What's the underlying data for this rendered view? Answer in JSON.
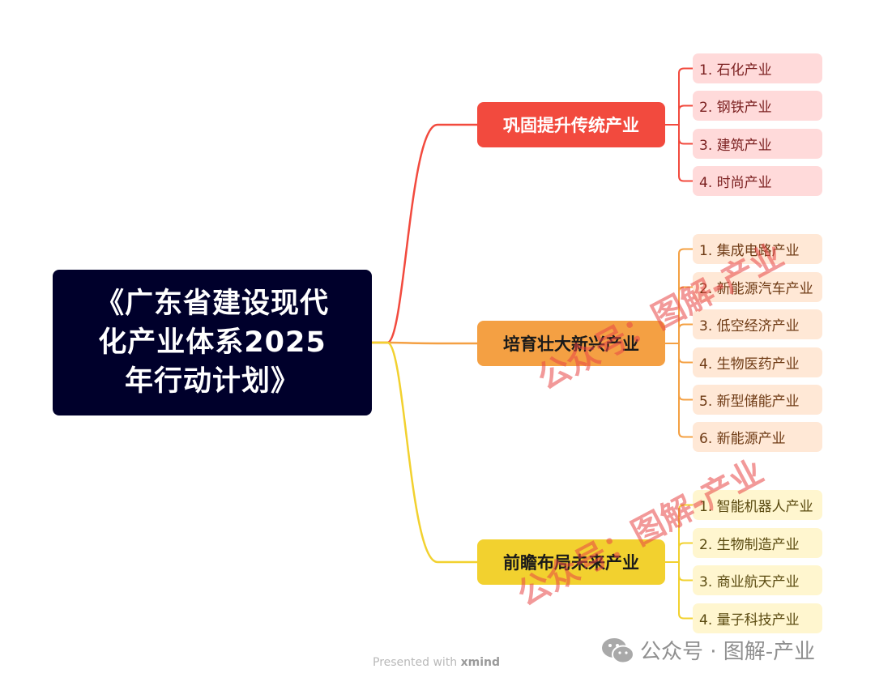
{
  "root": {
    "title": "《广东省建设现代化产业体系2025年行动计划》"
  },
  "branches": [
    {
      "label": "巩固提升传统产业",
      "color": "#f24a3e",
      "text_color": "#ffffff",
      "leaves": [
        "1. 石化产业",
        "2. 钢铁产业",
        "3. 建筑产业",
        "4. 时尚产业"
      ]
    },
    {
      "label": "培育壮大新兴产业",
      "color": "#f4a043",
      "text_color": "#1a1a1a",
      "leaves": [
        "1. 集成电路产业",
        "2. 新能源汽车产业",
        "3. 低空经济产业",
        "4. 生物医药产业",
        "5. 新型储能产业",
        "6. 新能源产业"
      ]
    },
    {
      "label": "前瞻布局未来产业",
      "color": "#f2d12f",
      "text_color": "#1a1a1a",
      "leaves": [
        "1. 智能机器人产业",
        "2. 生物制造产业",
        "3. 商业航天产业",
        "4. 量子科技产业"
      ]
    }
  ],
  "watermark": {
    "text": "公众号：图解-产业"
  },
  "footer": {
    "presented": "Presented with",
    "brand": "xmind"
  },
  "account": {
    "text": "公众号 · 图解-产业"
  },
  "icons": {
    "account_icon": "wechat-icon"
  }
}
